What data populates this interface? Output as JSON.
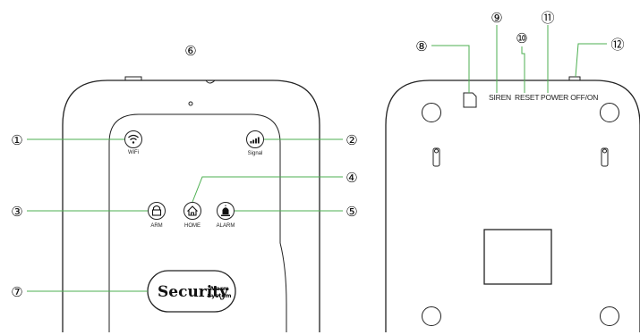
{
  "front": {
    "buttons": {
      "wifi": "WiFi",
      "signal": "Signal",
      "arm": "ARM",
      "home": "HOME",
      "alarm": "ALARM"
    },
    "brand": {
      "main": "Security",
      "line1": "Alarm",
      "line2": "System"
    }
  },
  "back": {
    "ports": {
      "siren": "SIREN",
      "reset": "RESET",
      "power": "POWER OFF/ON"
    }
  },
  "callouts": {
    "c1": "①",
    "c2": "②",
    "c3": "③",
    "c4": "④",
    "c5": "⑤",
    "c6": "⑥",
    "c7": "⑦",
    "c8": "⑧",
    "c9": "⑨",
    "c10": "⑩",
    "c11": "⑪",
    "c12": "⑫"
  },
  "colors": {
    "leader": "#4caf50",
    "outline": "#222222"
  }
}
